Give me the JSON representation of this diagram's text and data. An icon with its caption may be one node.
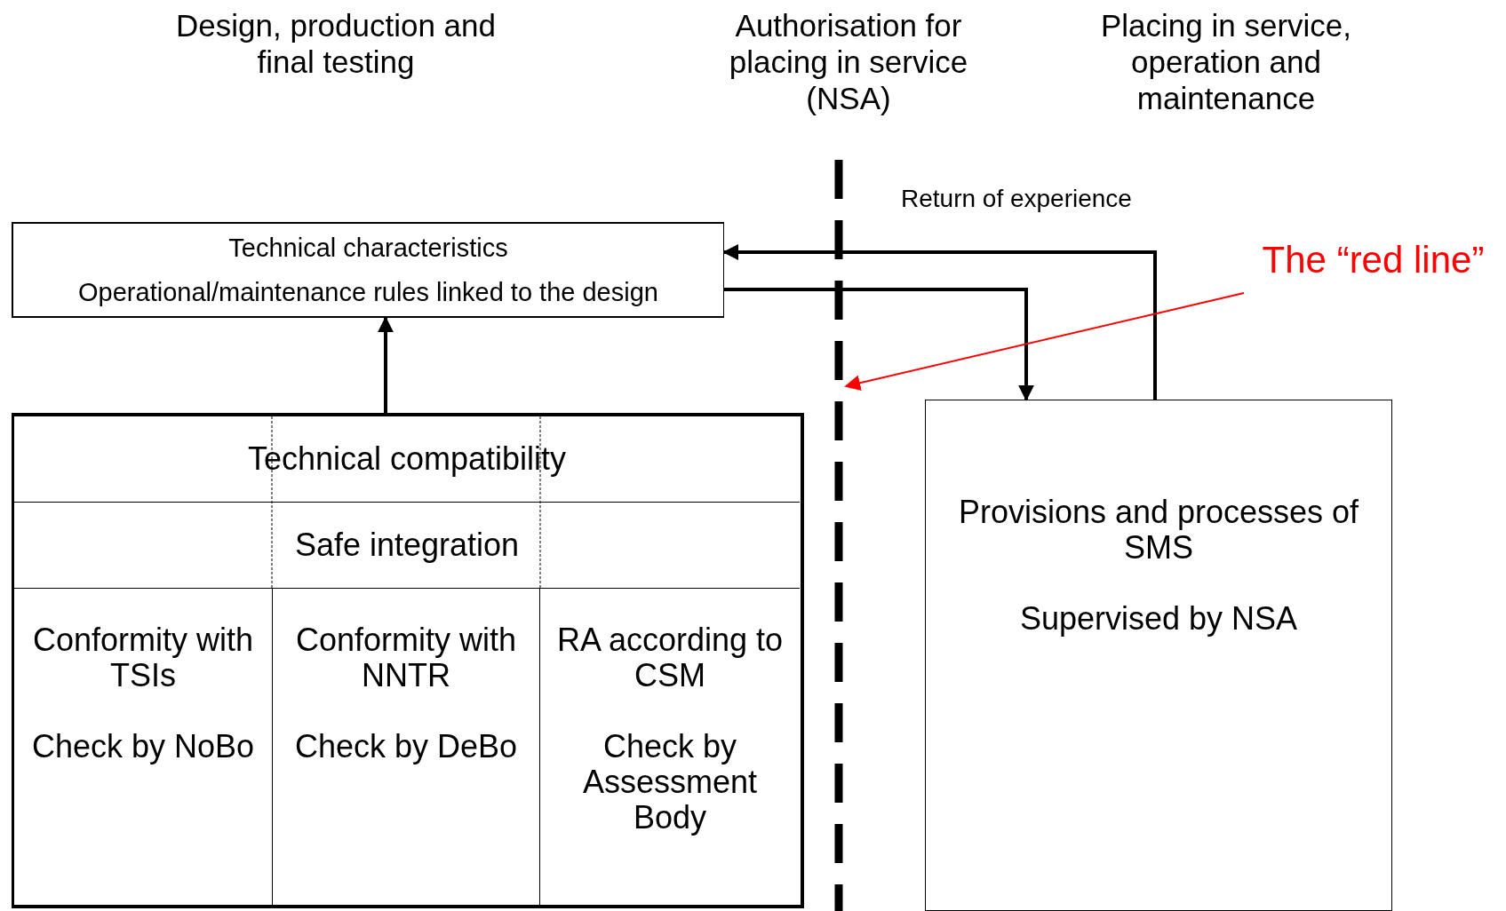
{
  "diagram": {
    "nodes": [
      {
        "text": [
          "Technical characteristics",
          "Operational/maintenance rules linked to the design"
        ]
      },
      {
        "text": [],
        "shape": "box"
      },
      {
        "text": [
          "Technical compatibility"
        ],
        "in": 1
      },
      {
        "text": [
          "Safe integration"
        ],
        "in": 1
      },
      {
        "text": [
          "Conformity with TSIs",
          "Check by NoBo"
        ],
        "in": 1
      },
      {
        "text": [
          "Conformity with NNTR",
          "Check by DeBo"
        ],
        "in": 1
      },
      {
        "text": [
          "RA according to CSM",
          "Check by Assessment Body"
        ],
        "in": 1
      },
      {
        "text": [
          "Provisions and processes of SMS",
          "Supervised by NSA"
        ]
      },
      {
        "text": [],
        "shape": "line"
      },
      {
        "text": [
          "The “red line”"
        ]
      }
    ],
    "edges": [
      {
        "from": 1,
        "to": 0,
        "arrow": "to"
      },
      {
        "from": 7,
        "to": 0,
        "arrow": "to",
        "label": "Return of experience"
      },
      {
        "from": 0,
        "to": 7,
        "arrow": "to"
      },
      {
        "from": 9,
        "to": 8,
        "arrow": "to",
        "color": "#ff0000"
      }
    ],
    "labels": [
      "Design, production and final testing",
      "Authorisation for placing in service (NSA)",
      "Placing in service, operation and maintenance"
    ]
  }
}
